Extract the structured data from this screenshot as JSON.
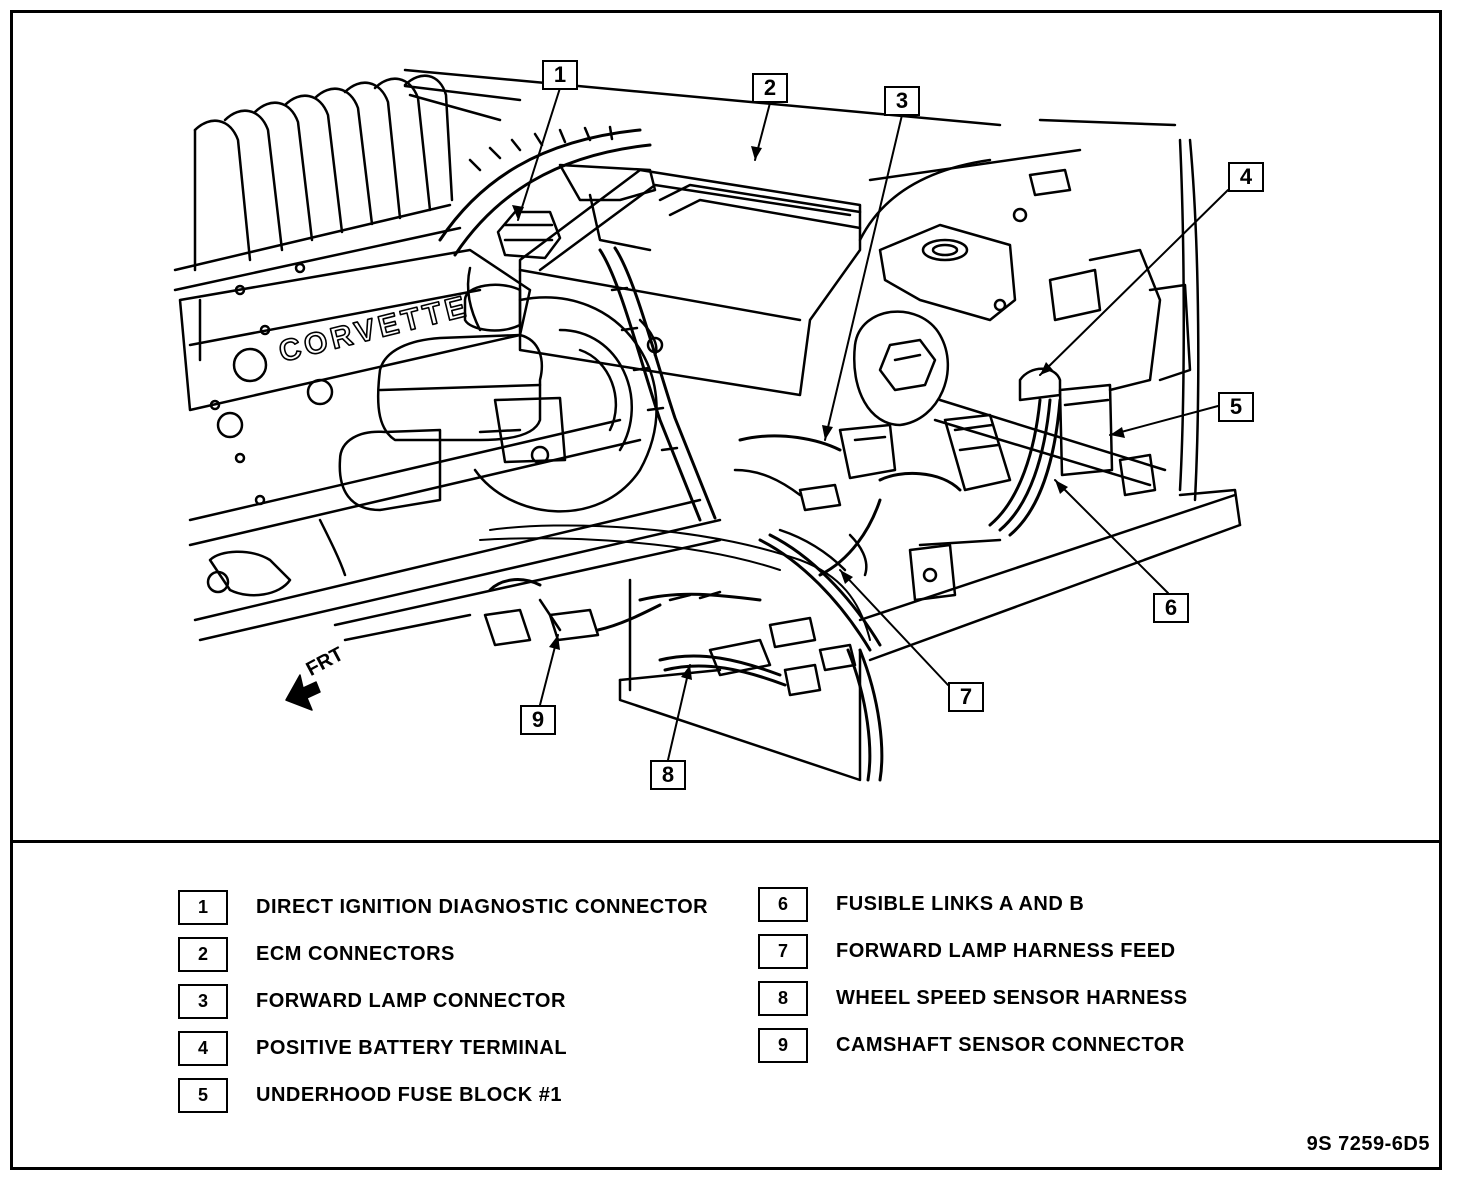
{
  "diagram": {
    "engine_badge": "CORVETTE",
    "front_indicator": "FRT",
    "figure_id": "9S 7259-6D5",
    "callouts": [
      {
        "number": "1",
        "label": "DIRECT IGNITION DIAGNOSTIC CONNECTOR"
      },
      {
        "number": "2",
        "label": "ECM CONNECTORS"
      },
      {
        "number": "3",
        "label": "FORWARD LAMP CONNECTOR"
      },
      {
        "number": "4",
        "label": "POSITIVE BATTERY TERMINAL"
      },
      {
        "number": "5",
        "label": "UNDERHOOD FUSE BLOCK #1"
      },
      {
        "number": "6",
        "label": "FUSIBLE LINKS A AND B"
      },
      {
        "number": "7",
        "label": "FORWARD LAMP HARNESS FEED"
      },
      {
        "number": "8",
        "label": "WHEEL SPEED SENSOR HARNESS"
      },
      {
        "number": "9",
        "label": "CAMSHAFT SENSOR CONNECTOR"
      }
    ]
  }
}
